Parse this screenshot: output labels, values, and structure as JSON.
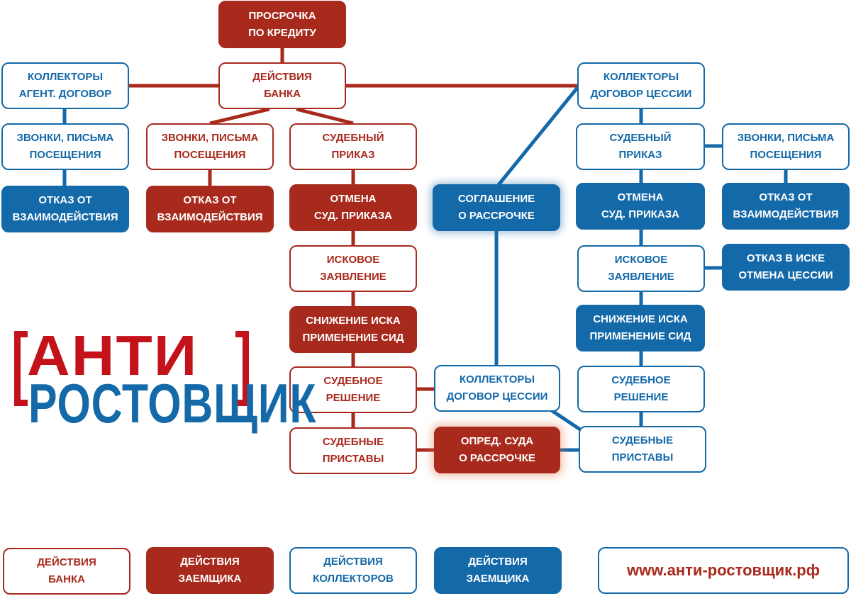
{
  "colors": {
    "bank": "#a82a1d",
    "collector": "#1469a8",
    "logo_red": "#c4121a",
    "logo_blue": "#1469a8",
    "background": "#ffffff"
  },
  "nodes": {
    "root": [
      "ПРОСРОЧКА",
      "ПО КРЕДИТУ"
    ],
    "bank_actions": [
      "ДЕЙСТВИЯ",
      "БАНКА"
    ],
    "collectors_agent": [
      "КОЛЛЕКТОРЫ",
      "АГЕНТ. ДОГОВОР"
    ],
    "agent_calls": [
      "ЗВОНКИ, ПИСЬМА",
      "ПОСЕЩЕНИЯ"
    ],
    "agent_refusal": [
      "ОТКАЗ ОТ",
      "ВЗАИМОДЕЙСТВИЯ"
    ],
    "bank_calls": [
      "ЗВОНКИ, ПИСЬМА",
      "ПОСЕЩЕНИЯ"
    ],
    "bank_refusal": [
      "ОТКАЗ ОТ",
      "ВЗАИМОДЕЙСТВИЯ"
    ],
    "bank_court_order": [
      "СУДЕБНЫЙ",
      "ПРИКАЗ"
    ],
    "bank_cancel_order": [
      "ОТМЕНА",
      "СУД. ПРИКАЗА"
    ],
    "bank_lawsuit": [
      "ИСКОВОЕ",
      "ЗАЯВЛЕНИЕ"
    ],
    "bank_reduce_claim": [
      "СНИЖЕНИЕ ИСКА",
      "ПРИМЕНЕНИЕ СИД"
    ],
    "bank_court_decision": [
      "СУДЕБНОЕ",
      "РЕШЕНИЕ"
    ],
    "bank_bailiffs": [
      "СУДЕБНЫЕ",
      "ПРИСТАВЫ"
    ],
    "installment_agreement": [
      "СОГЛАШЕНИЕ",
      "О РАССРОЧКЕ"
    ],
    "collectors_cession_mid": [
      "КОЛЛЕКТОРЫ",
      "ДОГОВОР ЦЕССИИ"
    ],
    "court_installment": [
      "ОПРЕД. СУДА",
      "О РАССРОЧКЕ"
    ],
    "collectors_cession": [
      "КОЛЛЕКТОРЫ",
      "ДОГОВОР ЦЕССИИ"
    ],
    "ces_court_order": [
      "СУДЕБНЫЙ",
      "ПРИКАЗ"
    ],
    "ces_calls": [
      "ЗВОНКИ, ПИСЬМА",
      "ПОСЕЩЕНИЯ"
    ],
    "ces_cancel_order": [
      "ОТМЕНА",
      "СУД. ПРИКАЗА"
    ],
    "ces_refusal": [
      "ОТКАЗ ОТ",
      "ВЗАИМОДЕЙСТВИЯ"
    ],
    "ces_lawsuit": [
      "ИСКОВОЕ",
      "ЗАЯВЛЕНИЕ"
    ],
    "ces_claim_denied": [
      "ОТКАЗ В ИСКЕ",
      "ОТМЕНА ЦЕССИИ"
    ],
    "ces_reduce_claim": [
      "СНИЖЕНИЕ ИСКА",
      "ПРИМЕНЕНИЕ СИД"
    ],
    "ces_court_decision": [
      "СУДЕБНОЕ",
      "РЕШЕНИЕ"
    ],
    "ces_bailiffs": [
      "СУДЕБНЫЕ",
      "ПРИСТАВЫ"
    ]
  },
  "legend": [
    {
      "lines": [
        "ДЕЙСТВИЯ",
        "БАНКА"
      ],
      "style": "bank-outline"
    },
    {
      "lines": [
        "ДЕЙСТВИЯ",
        "ЗАЕМЩИКА"
      ],
      "style": "bank-fill"
    },
    {
      "lines": [
        "ДЕЙСТВИЯ",
        "КОЛЛЕКТОРОВ"
      ],
      "style": "collector-outline"
    },
    {
      "lines": [
        "ДЕЙСТВИЯ",
        "ЗАЕМЩИКА"
      ],
      "style": "collector-fill"
    }
  ],
  "website": "www.анти-ростовщик.рф",
  "logo": {
    "top": "АНТИ",
    "bottom": "РОСТОВЩИК"
  }
}
